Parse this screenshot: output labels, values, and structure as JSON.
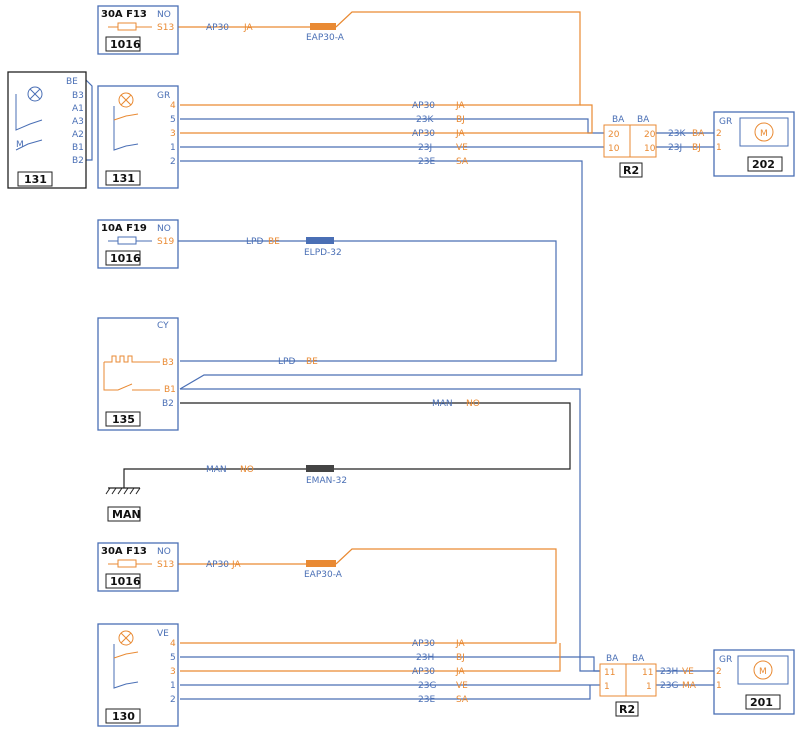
{
  "colors": {
    "blue": "#4a6fb5",
    "orange": "#e98a33",
    "black": "#222222"
  },
  "fuse_top": {
    "fuse": "30A  F13",
    "connector": "NO",
    "pin": "S13",
    "box": "1016",
    "wire": "AP30",
    "color": "JA",
    "splice": "EAP30-A"
  },
  "sw131_left": {
    "connector": "BE",
    "pins": [
      "B3",
      "A1",
      "A3",
      "A2",
      "B1",
      "B2"
    ],
    "box": "131",
    "motor": "M"
  },
  "sw131_right": {
    "connector": "GR",
    "pins": [
      "4",
      "5",
      "3",
      "1",
      "2"
    ],
    "box": "131"
  },
  "wires_top": [
    {
      "code": "AP30",
      "color": "JA"
    },
    {
      "code": "23K",
      "color": "BJ"
    },
    {
      "code": "AP30",
      "color": "JA"
    },
    {
      "code": "23J",
      "color": "VE"
    },
    {
      "code": "23E",
      "color": "SA"
    }
  ],
  "r2_top": {
    "left": "BA",
    "right": "BA",
    "pins_left": [
      "20",
      "10"
    ],
    "pins_right": [
      "20",
      "10"
    ],
    "box": "R2"
  },
  "motor202": {
    "connector": "GR",
    "pins": [
      "2",
      "1"
    ],
    "box": "202",
    "wires": [
      {
        "code": "23K",
        "color": "BA"
      },
      {
        "code": "23J",
        "color": "BJ"
      }
    ]
  },
  "fuse_mid": {
    "fuse": "10A  F19",
    "connector": "NO",
    "pin": "S19",
    "box": "1016",
    "wire": "LPD",
    "color": "BE",
    "splice": "ELPD-32"
  },
  "unit135": {
    "connector": "CY",
    "pins": [
      "B3",
      "B1",
      "B2"
    ],
    "box": "135",
    "wire_lpd": "LPD",
    "wire_lpd_color": "BE",
    "wire_man": "MAN",
    "wire_man_color": "NO"
  },
  "ground": {
    "box": "MAN",
    "wire": "MAN",
    "color": "NO",
    "splice": "EMAN-32"
  },
  "fuse_bot": {
    "fuse": "30A  F13",
    "connector": "NO",
    "pin": "S13",
    "box": "1016",
    "wire": "AP30",
    "color": "JA",
    "splice": "EAP30-A"
  },
  "sw130": {
    "connector": "VE",
    "pins": [
      "4",
      "5",
      "3",
      "1",
      "2"
    ],
    "box": "130"
  },
  "wires_bot": [
    {
      "code": "AP30",
      "color": "JA"
    },
    {
      "code": "23H",
      "color": "BJ"
    },
    {
      "code": "AP30",
      "color": "JA"
    },
    {
      "code": "23G",
      "color": "VE"
    },
    {
      "code": "23E",
      "color": "SA"
    }
  ],
  "r2_bot": {
    "left": "BA",
    "right": "BA",
    "pins_left": [
      "11",
      "1"
    ],
    "pins_right": [
      "11",
      "1"
    ],
    "box": "R2"
  },
  "motor201": {
    "connector": "GR",
    "pins": [
      "2",
      "1"
    ],
    "box": "201",
    "wires": [
      {
        "code": "23H",
        "color": "VE"
      },
      {
        "code": "23G",
        "color": "MA"
      }
    ]
  }
}
